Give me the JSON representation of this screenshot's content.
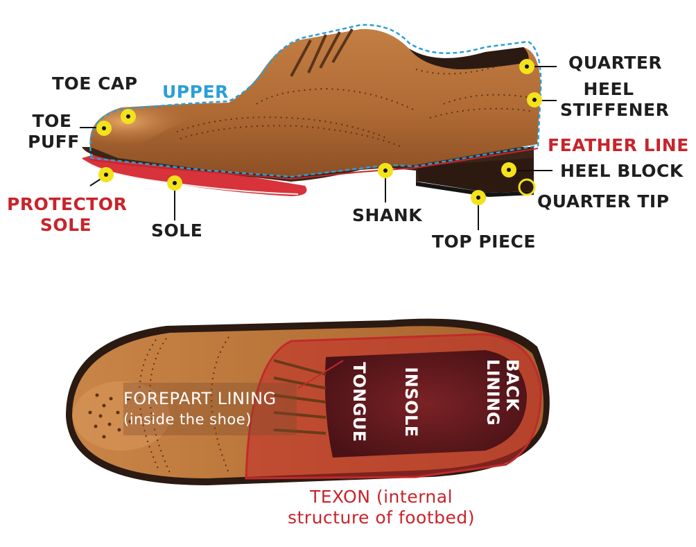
{
  "labels": {
    "upper": "UPPER",
    "toe_cap": "TOE CAP",
    "toe_puff": [
      "TOE",
      "PUFF"
    ],
    "protector_sole": [
      "PROTECTOR",
      "SOLE"
    ],
    "sole": "SOLE",
    "shank": "SHANK",
    "top_piece": "TOP PIECE",
    "quarter": "QUARTER",
    "heel_stiffener": [
      "HEEL",
      "STIFFENER"
    ],
    "feather_line": "FEATHER LINE",
    "heel_block": "HEEL BLOCK",
    "quarter_tip": "QUARTER TIP",
    "forepart_lining": [
      "FOREPART LINING",
      "(inside the shoe)"
    ],
    "tongue": "TONGUE",
    "insole": "INSOLE",
    "back_lining": [
      "BACK",
      "LINING"
    ],
    "texon": [
      "TEXON (internal",
      "structure of footbed)"
    ]
  },
  "colors": {
    "leather": "#b06b35",
    "leather_light": "#d08a4a",
    "sole_dark": "#3a2518",
    "marker_yellow": "#f3e21c",
    "label_red": "#c8242b",
    "label_blue": "#2a9fd8",
    "texon_red": "#c22a2a",
    "insole_dark": "#5e1a1e"
  },
  "icons": {
    "marker": "yellow-dot",
    "marker_ring": "yellow-ring"
  }
}
